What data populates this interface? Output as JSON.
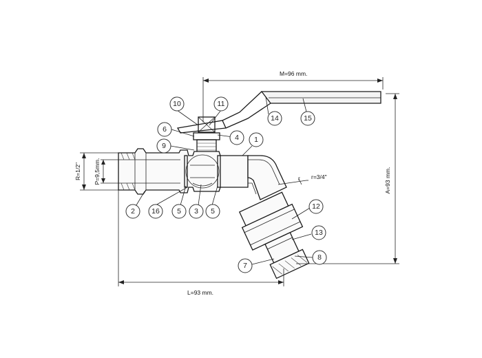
{
  "dimensions": {
    "handle_length": "M=96 mm.",
    "height": "A=93 mm.",
    "length": "L=93 mm.",
    "thread": "R=1/2\"",
    "bore": "P=9,5mm.",
    "outlet_thread": "r=3/4\"",
    "small_r": "r"
  },
  "callouts": [
    "1",
    "2",
    "3",
    "4",
    "5",
    "5",
    "6",
    "7",
    "8",
    "9",
    "10",
    "11",
    "12",
    "13",
    "14",
    "15",
    "16"
  ]
}
